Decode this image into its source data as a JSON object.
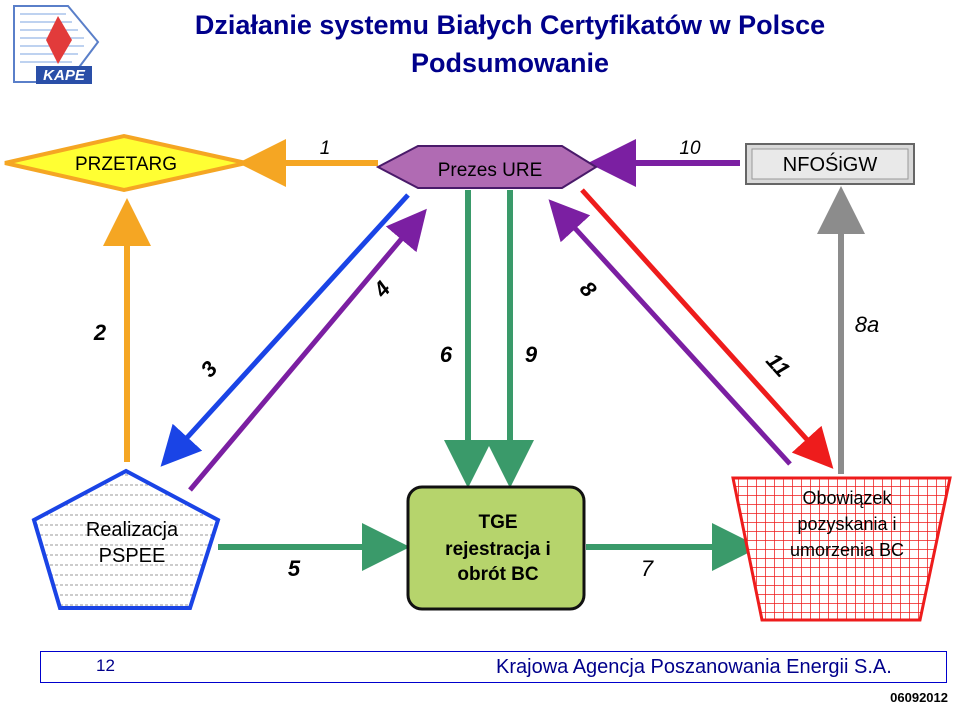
{
  "title": {
    "line1": "Działanie systemu Białych Certyfikatów w Polsce",
    "line2": "Podsumowanie"
  },
  "logo": {
    "text": "KAPE"
  },
  "nodes": {
    "przetarg": "PRZETARG",
    "prezes_ure": "Prezes URE",
    "nfosigw": "NFOŚiGW",
    "realizacja": [
      "Realizacja",
      "PSPEE"
    ],
    "tge": [
      "TGE",
      "rejestracja i",
      "obrót BC"
    ],
    "obowiazek": [
      "Obowiązek",
      "pozyskania i",
      "umorzenia BC"
    ]
  },
  "labels": {
    "l1": "1",
    "l10": "10",
    "l2": "2",
    "l3": "3",
    "l4": "4",
    "l6": "6",
    "l9": "9",
    "l8": "8",
    "l8a": "8a",
    "l11": "11",
    "l5": "5",
    "l7": "7"
  },
  "colors": {
    "orange": "#f5a623",
    "purple": "#7b1fa2",
    "blue": "#1a44e6",
    "green": "#3a9a6a",
    "red": "#ee1c1c",
    "gray": "#8c8c8c",
    "title": "#00008b"
  },
  "footer": {
    "page": "12",
    "org": "Krajowa Agencja Poszanowania Energii S.A.",
    "code": "06092012"
  }
}
